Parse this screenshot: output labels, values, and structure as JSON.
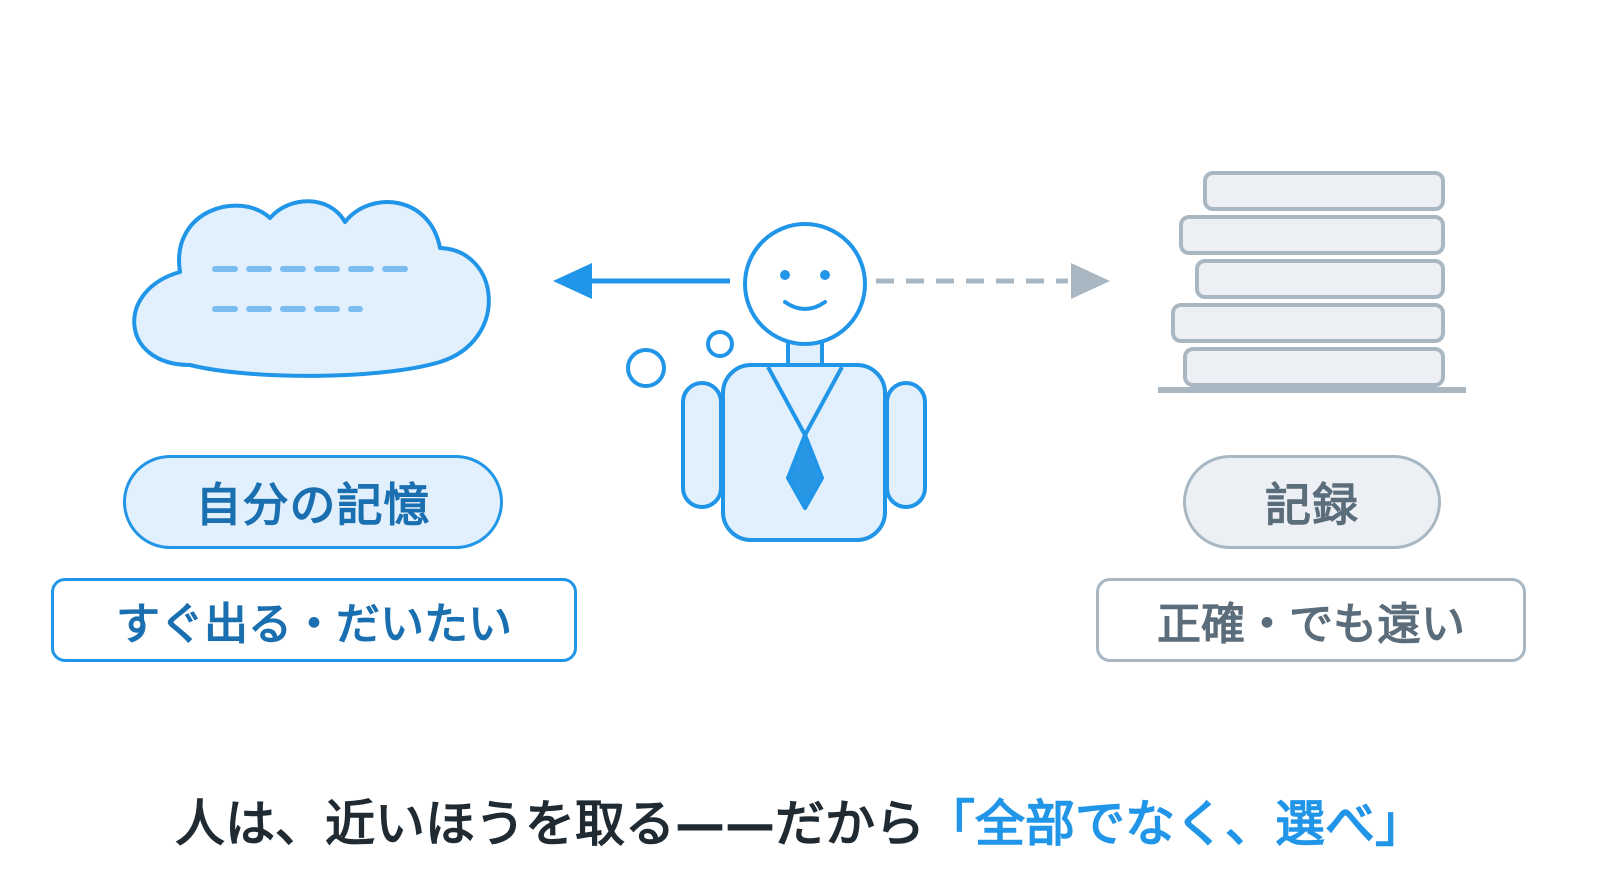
{
  "memory": {
    "label": "自分の記憶",
    "description": "すぐ出る・だいたい"
  },
  "record": {
    "label": "記録",
    "description": "正確・でも遠い"
  },
  "caption": {
    "main": "人は、近いほうを取る——だから",
    "highlight": "「全部でなく、選べ」"
  },
  "colors": {
    "memory_accent": "#2196e8",
    "memory_fill": "#e1f0fc",
    "memory_text": "#1a6fb0",
    "record_accent": "#a9b7c3",
    "record_fill": "#ecf0f4",
    "record_text": "#5b6c7b",
    "caption_text": "#1f2a33"
  },
  "icons": [
    "cloud-icon",
    "person-icon",
    "book-stack-icon",
    "arrow-left-icon",
    "arrow-right-icon"
  ]
}
